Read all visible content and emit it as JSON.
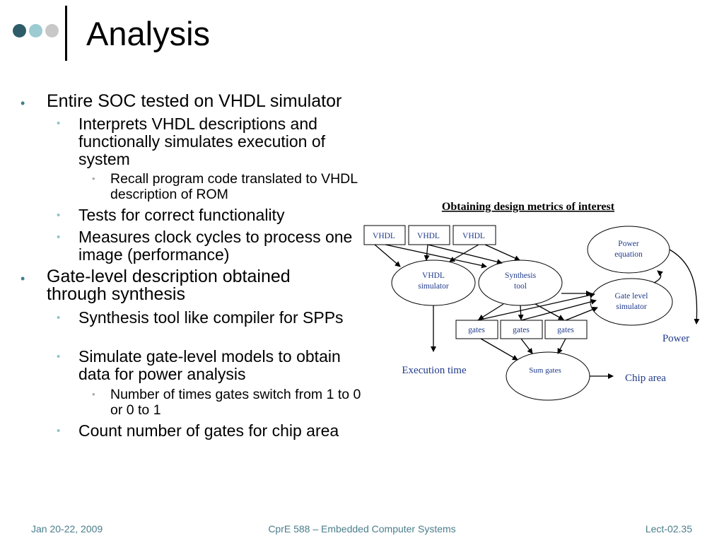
{
  "slide": {
    "title": "Analysis",
    "bullets": [
      {
        "level": 1,
        "text": "Entire SOC tested on VHDL simulator"
      },
      {
        "level": 2,
        "text": "Interprets VHDL descriptions and functionally simulates execution of system"
      },
      {
        "level": 3,
        "text": "Recall program code translated to VHDL description of ROM"
      },
      {
        "level": 2,
        "text": "Tests for correct functionality"
      },
      {
        "level": 2,
        "text": "Measures clock cycles to process one image (performance)"
      },
      {
        "level": 1,
        "text": "Gate-level description obtained through synthesis"
      },
      {
        "level": 2,
        "text": "Synthesis tool like compiler for SPPs"
      },
      {
        "level": 2,
        "text": "Simulate gate-level models to obtain data for power analysis"
      },
      {
        "level": 3,
        "text": "Number of times gates switch from 1 to 0 or 0 to 1"
      },
      {
        "level": 2,
        "text": "Count number of gates for chip area"
      }
    ]
  },
  "diagram": {
    "title": "Obtaining design metrics of interest",
    "vhdl_labels": [
      "VHDL",
      "VHDL",
      "VHDL"
    ],
    "gates_labels": [
      "gates",
      "gates",
      "gates"
    ],
    "vhdl_simulator": [
      "VHDL",
      "simulator"
    ],
    "synthesis_tool": [
      "Synthesis",
      "tool"
    ],
    "power_equation": [
      "Power",
      "equation"
    ],
    "gate_level_simulator": [
      "Gate level",
      "simulator"
    ],
    "sum_gates": "Sum gates",
    "execution_time": "Execution time",
    "chip_area": "Chip area",
    "power": "Power"
  },
  "footer": {
    "date": "Jan 20-22, 2009",
    "course": "CprE 588 – Embedded Computer Systems",
    "lecture": "Lect-02.35"
  },
  "colors": {
    "accent_dark": "#2e5d69",
    "accent_light": "#9ccbd2",
    "accent_gray": "#c8c8c8",
    "footer_text": "#4a7d8a",
    "diagram_label": "#1f3a8a"
  }
}
